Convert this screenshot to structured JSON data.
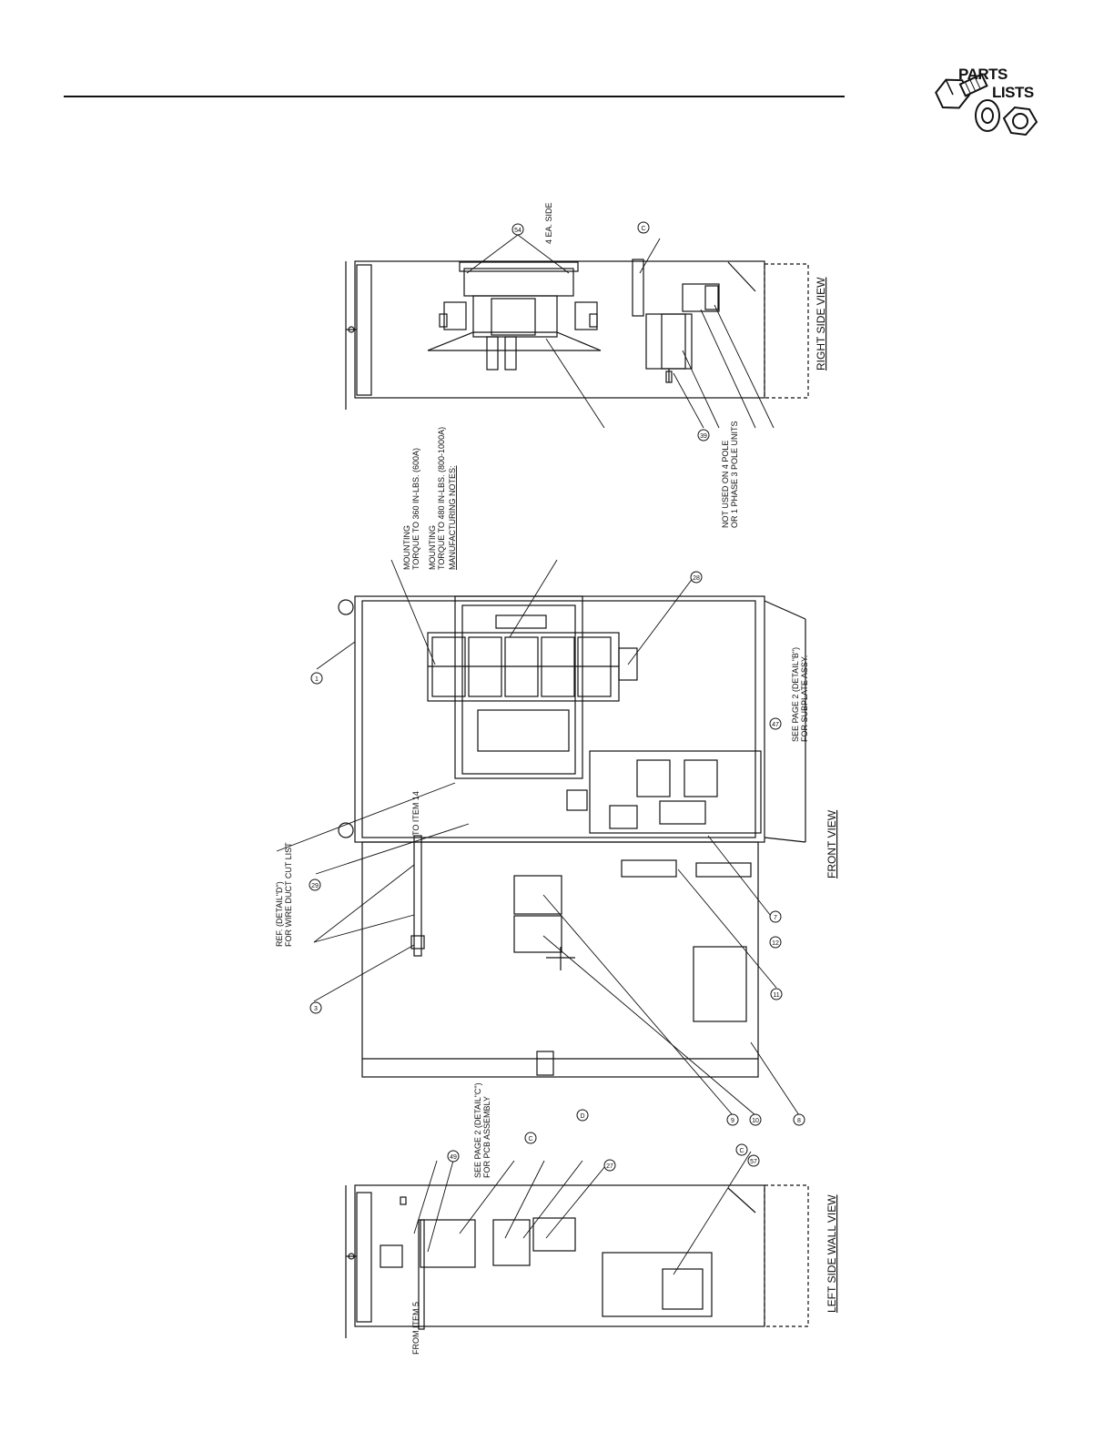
{
  "header": {
    "logo_line1": "PARTS",
    "logo_line2": "LISTS",
    "icon": "hardware-bolt-washer-nut-icon"
  },
  "views": {
    "right_side": "RIGHT SIDE VIEW",
    "front": "FRONT VIEW",
    "left_side_wall": "LEFT SIDE WALL VIEW"
  },
  "notes": {
    "four_ea_side": "4 EA. SIDE",
    "manufacturing_notes": "MANUFACTURING NOTES:",
    "mounting_a": "MOUNTING",
    "torque_600": "TORQUE TO 360 IN-LBS. (600A)",
    "mounting_b": "MOUNTING",
    "torque_800": "TORQUE TO 480 IN-LBS. (800-1000A)",
    "not_used_1": "NOT USED ON 4 POLE",
    "not_used_2": "OR 1 PHASE 3 POLE UNITS",
    "detail_b_1": "SEE PAGE 2 (DETAIL\"B\")",
    "detail_b_2": "FOR SUBPLATE ASSY.",
    "detail_d_1": "REF. (DETAIL\"D\")",
    "detail_d_2": "FOR WIRE DUCT CUT LIST",
    "detail_c_1": "SEE PAGE 2 (DETAIL\"C\")",
    "detail_c_2": "FOR PCB ASSEMBLY",
    "to_item": "TO ITEM 14",
    "from_item": "FROM ITEM 5"
  },
  "callouts": {
    "item_54": "54",
    "item_c": "C",
    "item_d": "D",
    "item_1": "1",
    "item_28": "28",
    "item_29": "29",
    "item_3": "3",
    "item_7": "7",
    "item_8": "8",
    "item_9": "9",
    "item_10": "10",
    "item_11": "11",
    "item_12": "12",
    "item_39": "39",
    "item_47": "47",
    "item_49": "49",
    "item_27": "27",
    "item_57": "57"
  }
}
